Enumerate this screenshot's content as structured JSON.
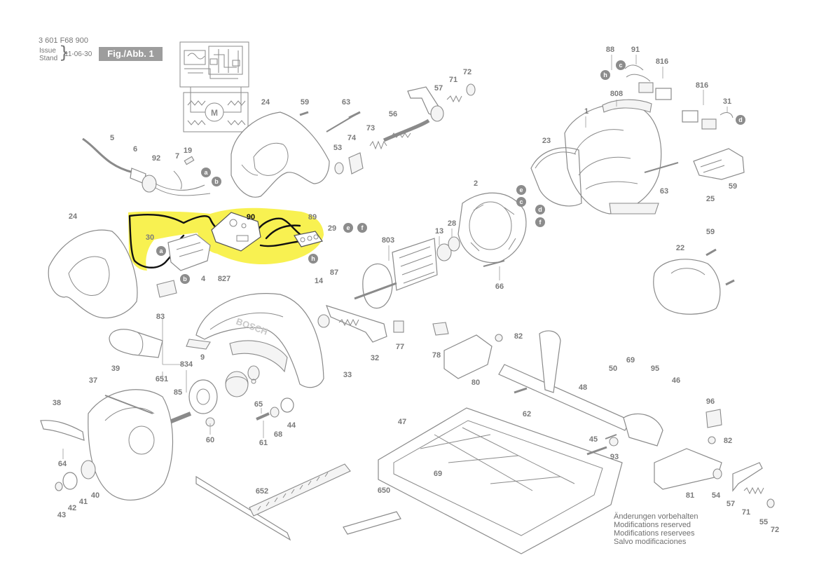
{
  "header": {
    "doc_number": "3 601 F68 900",
    "issue_label": "Issue",
    "stand_label": "Stand",
    "issue_date": "11-06-30",
    "figure_label": "Fig./Abb. 1"
  },
  "brand_text": "BOSCH",
  "schematic": {
    "motor_symbol": "M"
  },
  "highlight": {
    "color": "#f8f048",
    "part_number": "90"
  },
  "connector_letters": [
    "a",
    "b",
    "c",
    "d",
    "e",
    "f",
    "h"
  ],
  "part_labels": {
    "p1": "1",
    "p2": "2",
    "p4": "4",
    "p5": "5",
    "p6": "6",
    "p7": "7",
    "p9": "9",
    "p13": "13",
    "p14": "14",
    "p19": "19",
    "p22": "22",
    "p23": "23",
    "p24a": "24",
    "p24b": "24",
    "p25": "25",
    "p28": "28",
    "p29": "29",
    "p30": "30",
    "p31": "31",
    "p32": "32",
    "p33": "33",
    "p37": "37",
    "p38": "38",
    "p39": "39",
    "p40": "40",
    "p41": "41",
    "p42": "42",
    "p43": "43",
    "p44": "44",
    "p45": "45",
    "p46": "46",
    "p47": "47",
    "p48": "48",
    "p50": "50",
    "p53": "53",
    "p54": "54",
    "p55": "55",
    "p56": "56",
    "p57a": "57",
    "p57b": "57",
    "p59a": "59",
    "p59b": "59",
    "p59c": "59",
    "p60": "60",
    "p61": "61",
    "p62": "62",
    "p63a": "63",
    "p63b": "63",
    "p64": "64",
    "p65": "65",
    "p66": "66",
    "p68": "68",
    "p69a": "69",
    "p69b": "69",
    "p71a": "71",
    "p71b": "71",
    "p72a": "72",
    "p72b": "72",
    "p73": "73",
    "p74": "74",
    "p77": "77",
    "p78": "78",
    "p80": "80",
    "p81": "81",
    "p82a": "82",
    "p82b": "82",
    "p83": "83",
    "p85": "85",
    "p87": "87",
    "p88": "88",
    "p89": "89",
    "p91": "91",
    "p92": "92",
    "p93": "93",
    "p95": "95",
    "p96": "96",
    "p650": "650",
    "p651": "651",
    "p652": "652",
    "p803": "803",
    "p808": "808",
    "p816a": "816",
    "p816b": "816",
    "p827": "827",
    "p834": "834"
  },
  "notes": [
    "Änderungen vorbehalten",
    "Modifications reserved",
    "Modifications reservees",
    "Salvo modificaciones"
  ]
}
